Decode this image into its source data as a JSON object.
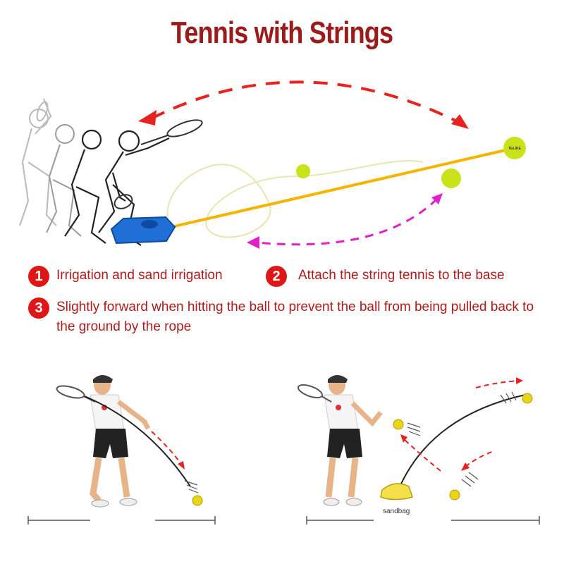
{
  "title": "Tennis with Strings",
  "ball_brand": "TELIKE",
  "sandbag_label": "sandbag",
  "steps": [
    {
      "num": "1",
      "text": "Irrigation and sand irrigation"
    },
    {
      "num": "2",
      "text": "Attach the string tennis to the base"
    },
    {
      "num": "3",
      "text": "Slightly forward when hitting the ball to prevent the ball from being pulled back to the ground by the rope"
    }
  ],
  "colors": {
    "title": "#9b1a1a",
    "step_text": "#b01a1a",
    "badge": "#e01616",
    "string": "#f4b400",
    "base": "#1f6fd6",
    "ball": "#c9e21a",
    "top_arrow": "#e8231f",
    "bottom_arrow": "#e020c8"
  }
}
